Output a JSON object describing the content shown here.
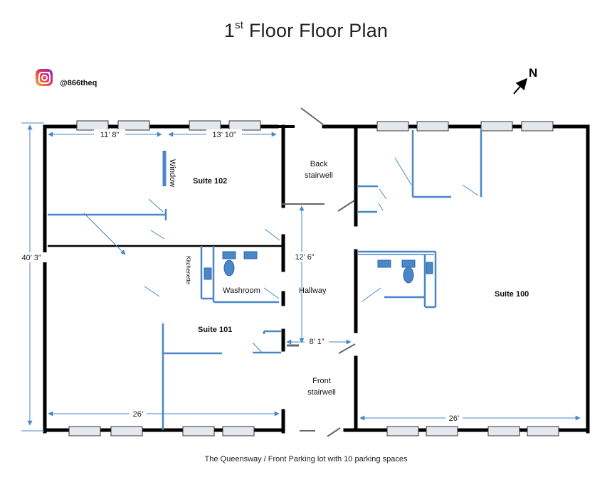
{
  "title": {
    "prefix": "1",
    "sup": "st",
    "rest": " Floor Floor Plan"
  },
  "brand": {
    "handle": "@866theq",
    "icon": "instagram-icon"
  },
  "compass": {
    "label": "N"
  },
  "rooms": {
    "suite_102": "Suite 102",
    "suite_101": "Suite 101",
    "suite_100": "Suite 100",
    "washroom": "Washroom",
    "kitchenette": "Kitchenette",
    "window": "Window",
    "hallway": "Hallway",
    "back_stairwell": [
      "Back",
      "stairwell"
    ],
    "front_stairwell": [
      "Front",
      "stairwell"
    ]
  },
  "dimensions": {
    "suite102_width_left": "11’ 8”",
    "suite102_width_right": "13’ 10”",
    "building_depth": "40’ 3”",
    "hallway_length": "12’ 6”",
    "hallway_width": "8’ 1”",
    "left_width": "26’",
    "right_width": "26’"
  },
  "footer": "The Queensway / Front Parking lot with 10 parking spaces",
  "colors": {
    "wall": "#000000",
    "partition": "#4a86c8",
    "fixture": "#4a86c8",
    "window_fill": "#e4e8ee"
  }
}
